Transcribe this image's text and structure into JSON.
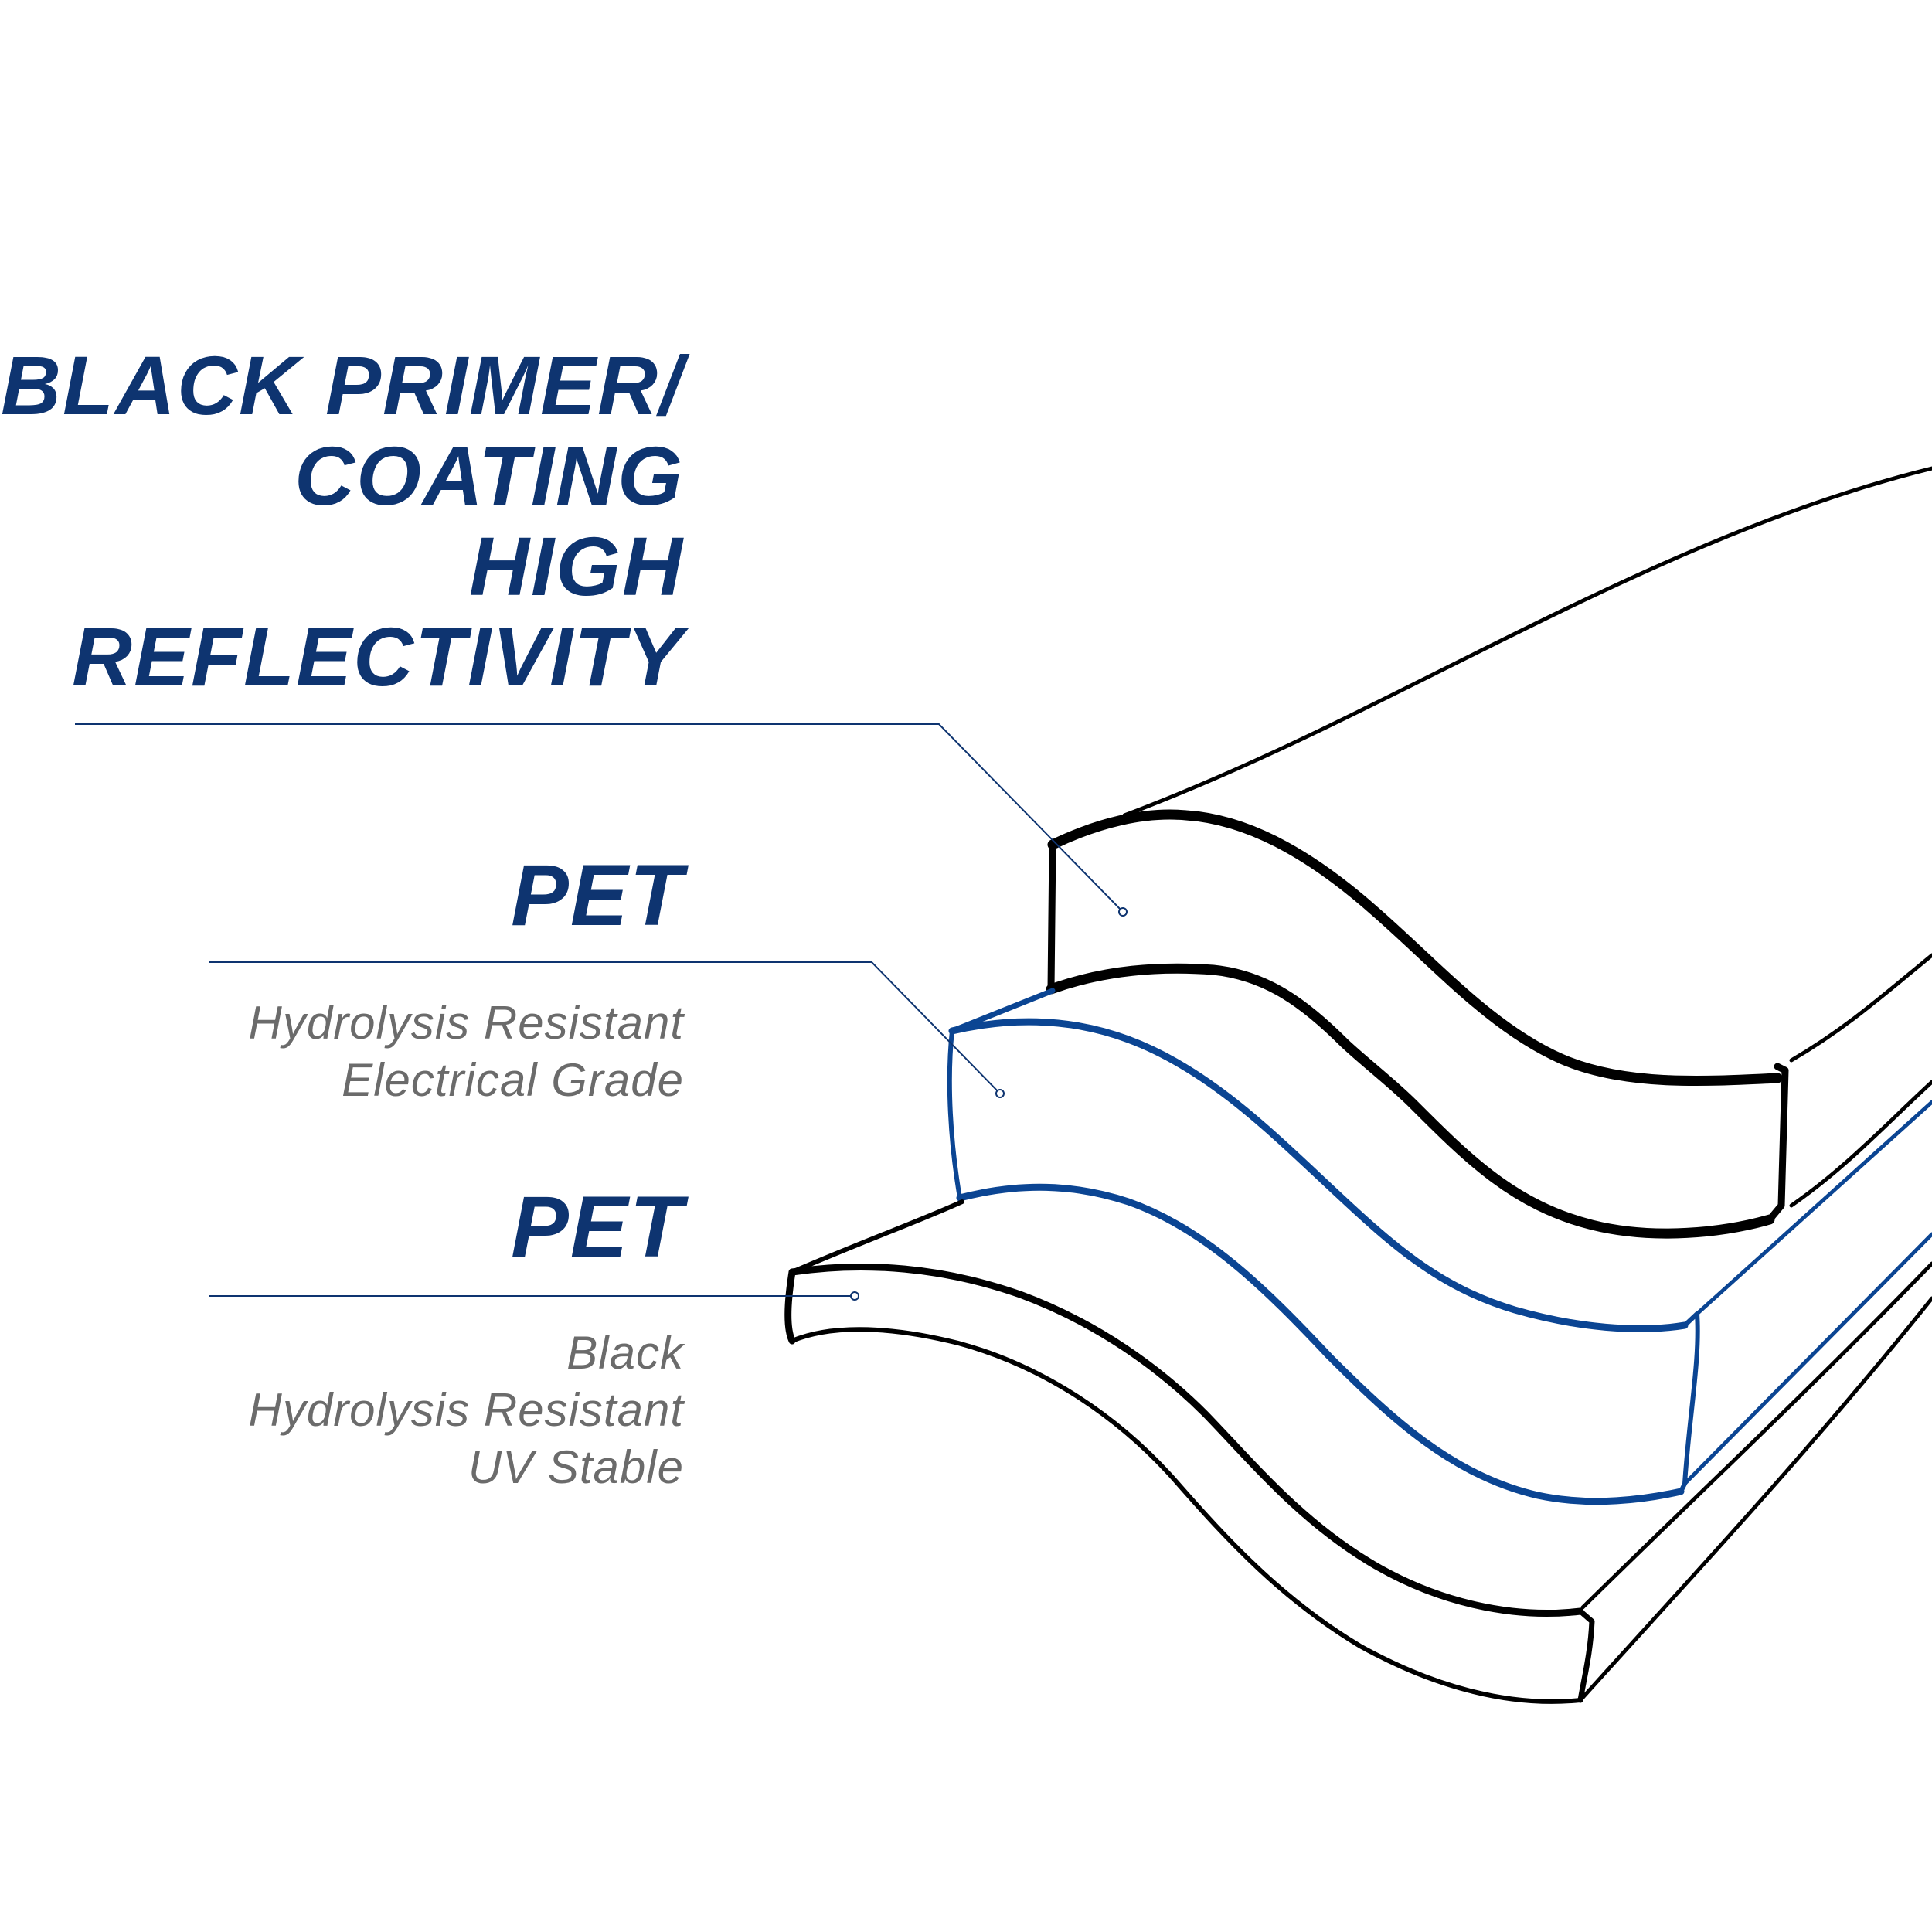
{
  "title": {
    "lines": [
      "BLACK PRIMER/",
      "COATING",
      "HIGH",
      "REFLECTIVITY"
    ]
  },
  "layers": [
    {
      "name": "PET",
      "description": [
        "Hydrolysis Resistant",
        "Electrical Grade"
      ]
    },
    {
      "name": "PET",
      "description": [
        "Black",
        "Hydrolysis Resistant",
        "UV Stable"
      ]
    }
  ],
  "colors": {
    "heading": "#0e3470",
    "description": "#6b6b6b",
    "outline": "#000000",
    "middle_layer": "#0b4593",
    "leader_line": "#0e3470"
  }
}
